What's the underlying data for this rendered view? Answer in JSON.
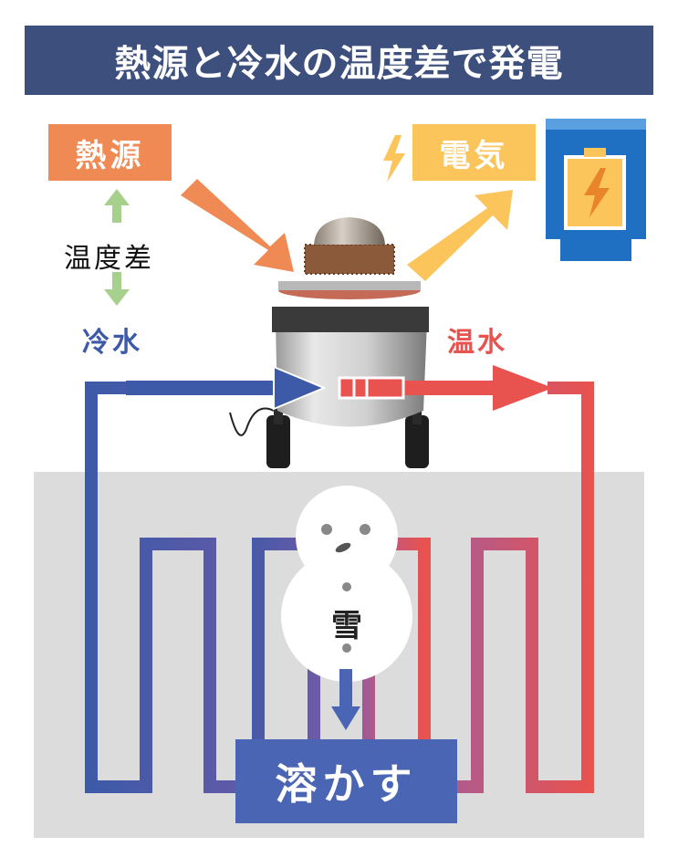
{
  "title": "熱源と冷水の温度差で発電",
  "labels": {
    "heat_source": "熱源",
    "electricity": "電気",
    "temperature_difference": "温度差",
    "cold_water": "冷水",
    "warm_water": "温水",
    "snow": "雪",
    "melt": "溶かす"
  },
  "colors": {
    "title_bg": "#3d4f7c",
    "heat": "#f08a54",
    "electricity": "#fbc55c",
    "cold": "#3d5aa8",
    "warm": "#e8524f",
    "diff_arrow": "#a8d08d",
    "ground": "#dcdcdc",
    "battery_bg": "#1f6fc2"
  }
}
